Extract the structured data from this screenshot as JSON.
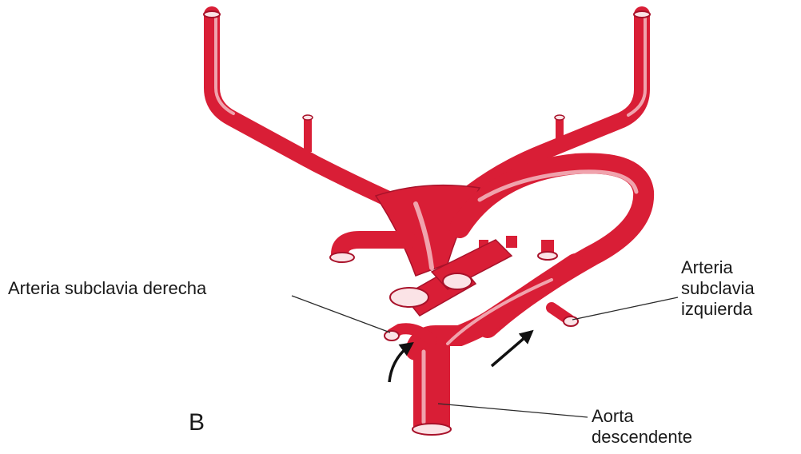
{
  "diagram": {
    "panel_letter": "B",
    "labels": {
      "right_subclavian": "Arteria subclavia derecha",
      "left_subclavian_line1": "Arteria",
      "left_subclavian_line2": "subclavia",
      "left_subclavian_line3": "izquierda",
      "descending_aorta_line1": "Aorta",
      "descending_aorta_line2": "descendente"
    },
    "colors": {
      "vessel": "#d91e36",
      "vessel_dark": "#a8122a",
      "vessel_light": "#f0a3ad",
      "lumen": "#fbe3e6",
      "ink": "#1a1a1a"
    },
    "icons": [
      "curved-flow-arrow-icon",
      "flow-arrow-icon"
    ]
  }
}
